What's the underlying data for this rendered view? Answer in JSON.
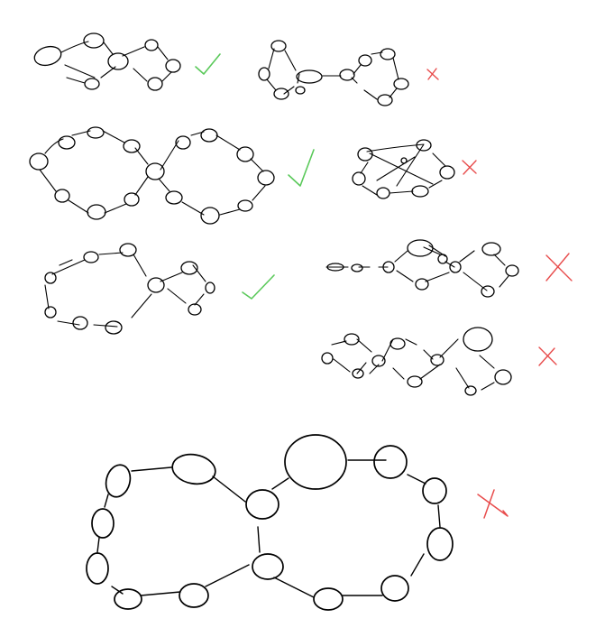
{
  "colors": {
    "ink": "#000000",
    "check": "#5ac95a",
    "cross": "#e84c4c",
    "background": "#ffffff"
  },
  "sketches": [
    {
      "id": "figure-1",
      "verdict": "valid",
      "mark": "check"
    },
    {
      "id": "figure-2",
      "verdict": "invalid",
      "mark": "cross"
    },
    {
      "id": "figure-3",
      "verdict": "valid",
      "mark": "check"
    },
    {
      "id": "figure-4",
      "verdict": "invalid",
      "mark": "cross"
    },
    {
      "id": "figure-5",
      "verdict": "valid",
      "mark": "check"
    },
    {
      "id": "figure-6",
      "verdict": "invalid",
      "mark": "cross"
    },
    {
      "id": "figure-7",
      "verdict": "invalid",
      "mark": "cross"
    },
    {
      "id": "figure-8",
      "verdict": "invalid",
      "mark": "cross"
    }
  ]
}
